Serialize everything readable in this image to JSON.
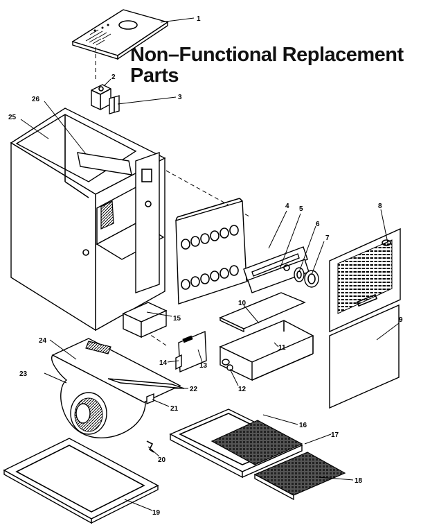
{
  "title": {
    "line1": "Non–Functional Replacement",
    "line2": "Parts"
  },
  "callouts": [
    "1",
    "2",
    "3",
    "4",
    "5",
    "6",
    "7",
    "8",
    "9",
    "10",
    "11",
    "12",
    "13",
    "14",
    "15",
    "16",
    "17",
    "18",
    "19",
    "20",
    "21",
    "22",
    "23",
    "24",
    "25",
    "26"
  ]
}
